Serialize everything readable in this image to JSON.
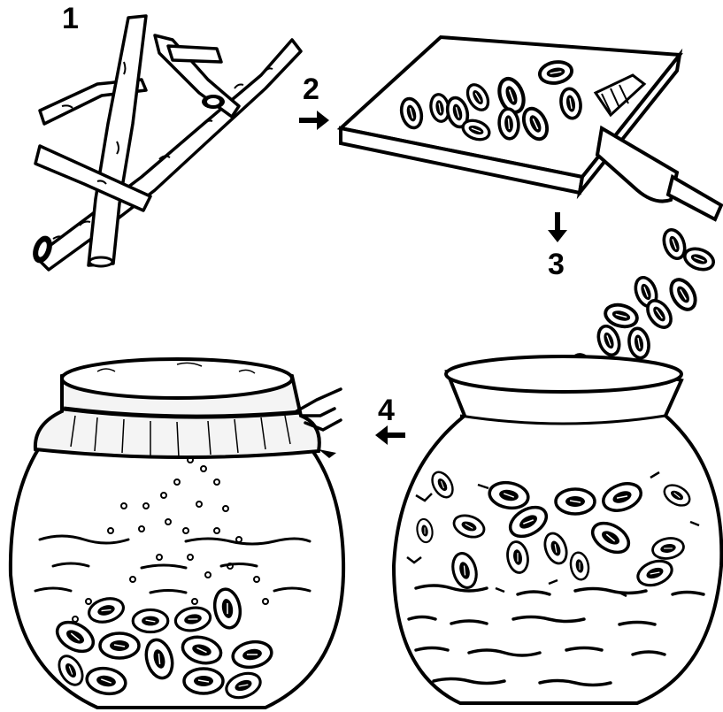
{
  "steps": [
    {
      "number": "1",
      "subject": "branches-cut-from-plant"
    },
    {
      "number": "2",
      "subject": "slicing-on-cutting-board"
    },
    {
      "number": "3",
      "subject": "slices-dropped-into-pot"
    },
    {
      "number": "4",
      "subject": "pot-covered-with-cloth-to-ferment"
    }
  ],
  "icons": {
    "arrow_right": "arrow-right-icon",
    "arrow_down": "arrow-down-icon",
    "arrow_left": "arrow-left-icon"
  },
  "colors": {
    "ink": "#000000",
    "paper": "#ffffff",
    "wood": "#f4f4f4"
  }
}
